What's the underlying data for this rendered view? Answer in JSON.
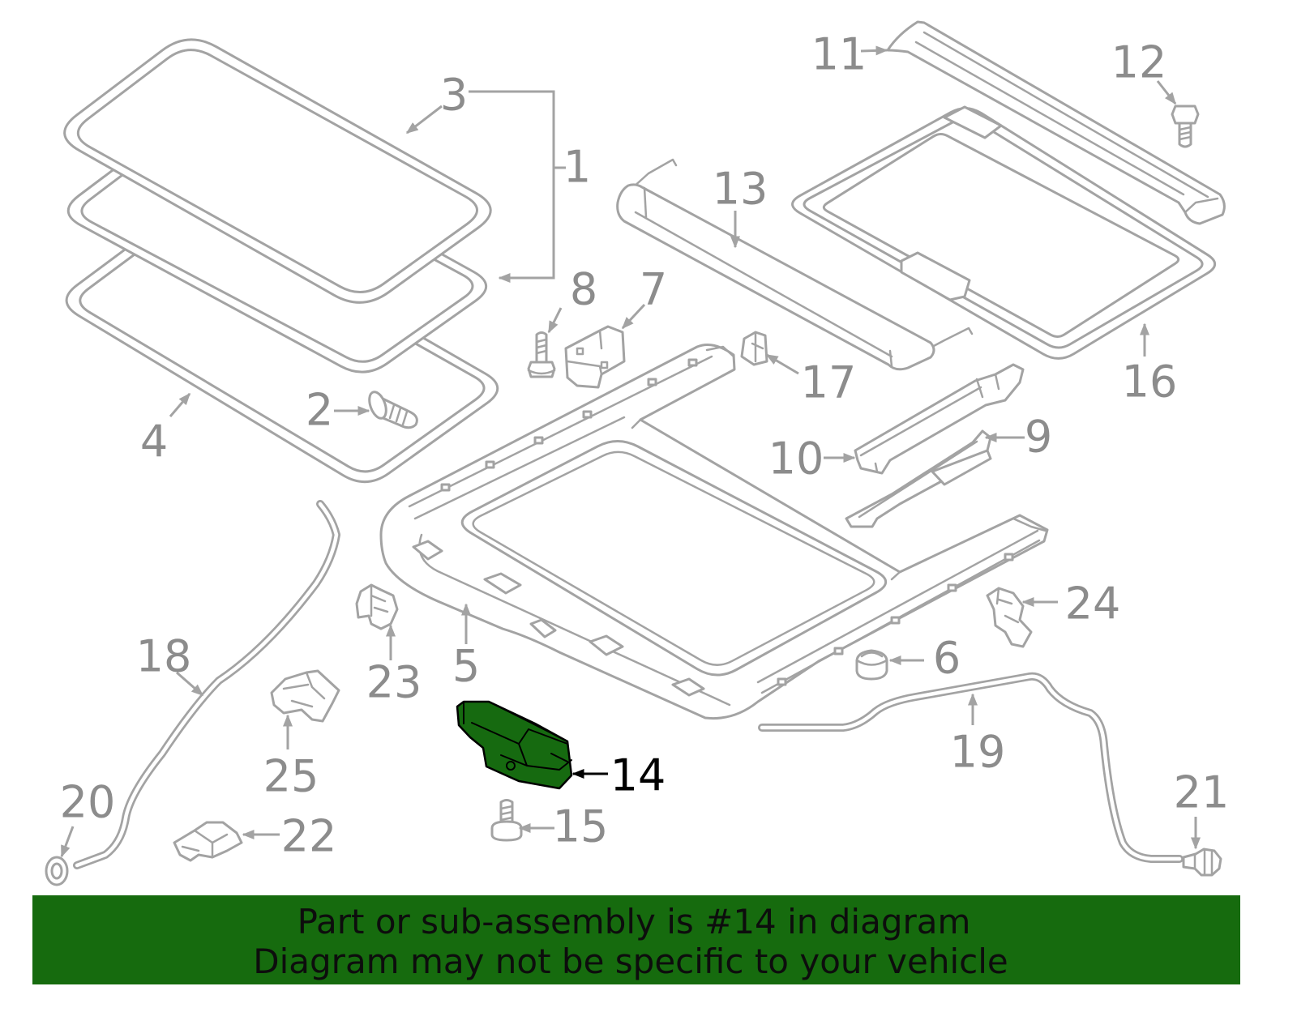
{
  "callouts": {
    "p1": "1",
    "p2": "2",
    "p3": "3",
    "p4": "4",
    "p5": "5",
    "p6": "6",
    "p7": "7",
    "p8": "8",
    "p9": "9",
    "p10": "10",
    "p11": "11",
    "p12": "12",
    "p13": "13",
    "p14": "14",
    "p15": "15",
    "p16": "16",
    "p17": "17",
    "p18": "18",
    "p19": "19",
    "p20": "20",
    "p21": "21",
    "p22": "22",
    "p23": "23",
    "p24": "24",
    "p25": "25"
  },
  "banner": {
    "line1": "Part or sub-assembly is #14 in diagram",
    "line2": "Diagram may not be specific to your vehicle"
  },
  "colors": {
    "line": "#a3a3a3",
    "label": "#8c8c8c",
    "highlight": "#166a10",
    "highlight_outline": "#000000",
    "highlight_label": "#000000",
    "banner": "#166b0e",
    "banner_text": "#0d0d0d"
  }
}
